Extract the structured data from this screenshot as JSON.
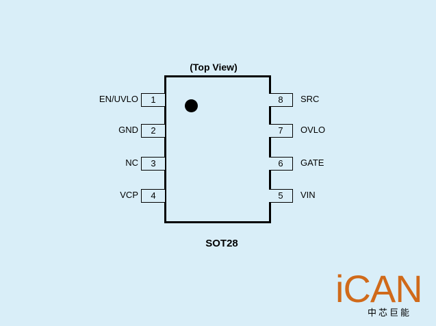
{
  "diagram": {
    "view_label": "(Top View)",
    "package": "SOT28",
    "pins_left": [
      {
        "num": "1",
        "name": "EN/UVLO"
      },
      {
        "num": "2",
        "name": "GND"
      },
      {
        "num": "3",
        "name": "NC"
      },
      {
        "num": "4",
        "name": "VCP"
      }
    ],
    "pins_right": [
      {
        "num": "8",
        "name": "SRC"
      },
      {
        "num": "7",
        "name": "OVLO"
      },
      {
        "num": "6",
        "name": "GATE"
      },
      {
        "num": "5",
        "name": "VIN"
      }
    ]
  },
  "logo": {
    "main": "iCAN",
    "sub": "中芯巨能",
    "color": "#d06a1a"
  }
}
